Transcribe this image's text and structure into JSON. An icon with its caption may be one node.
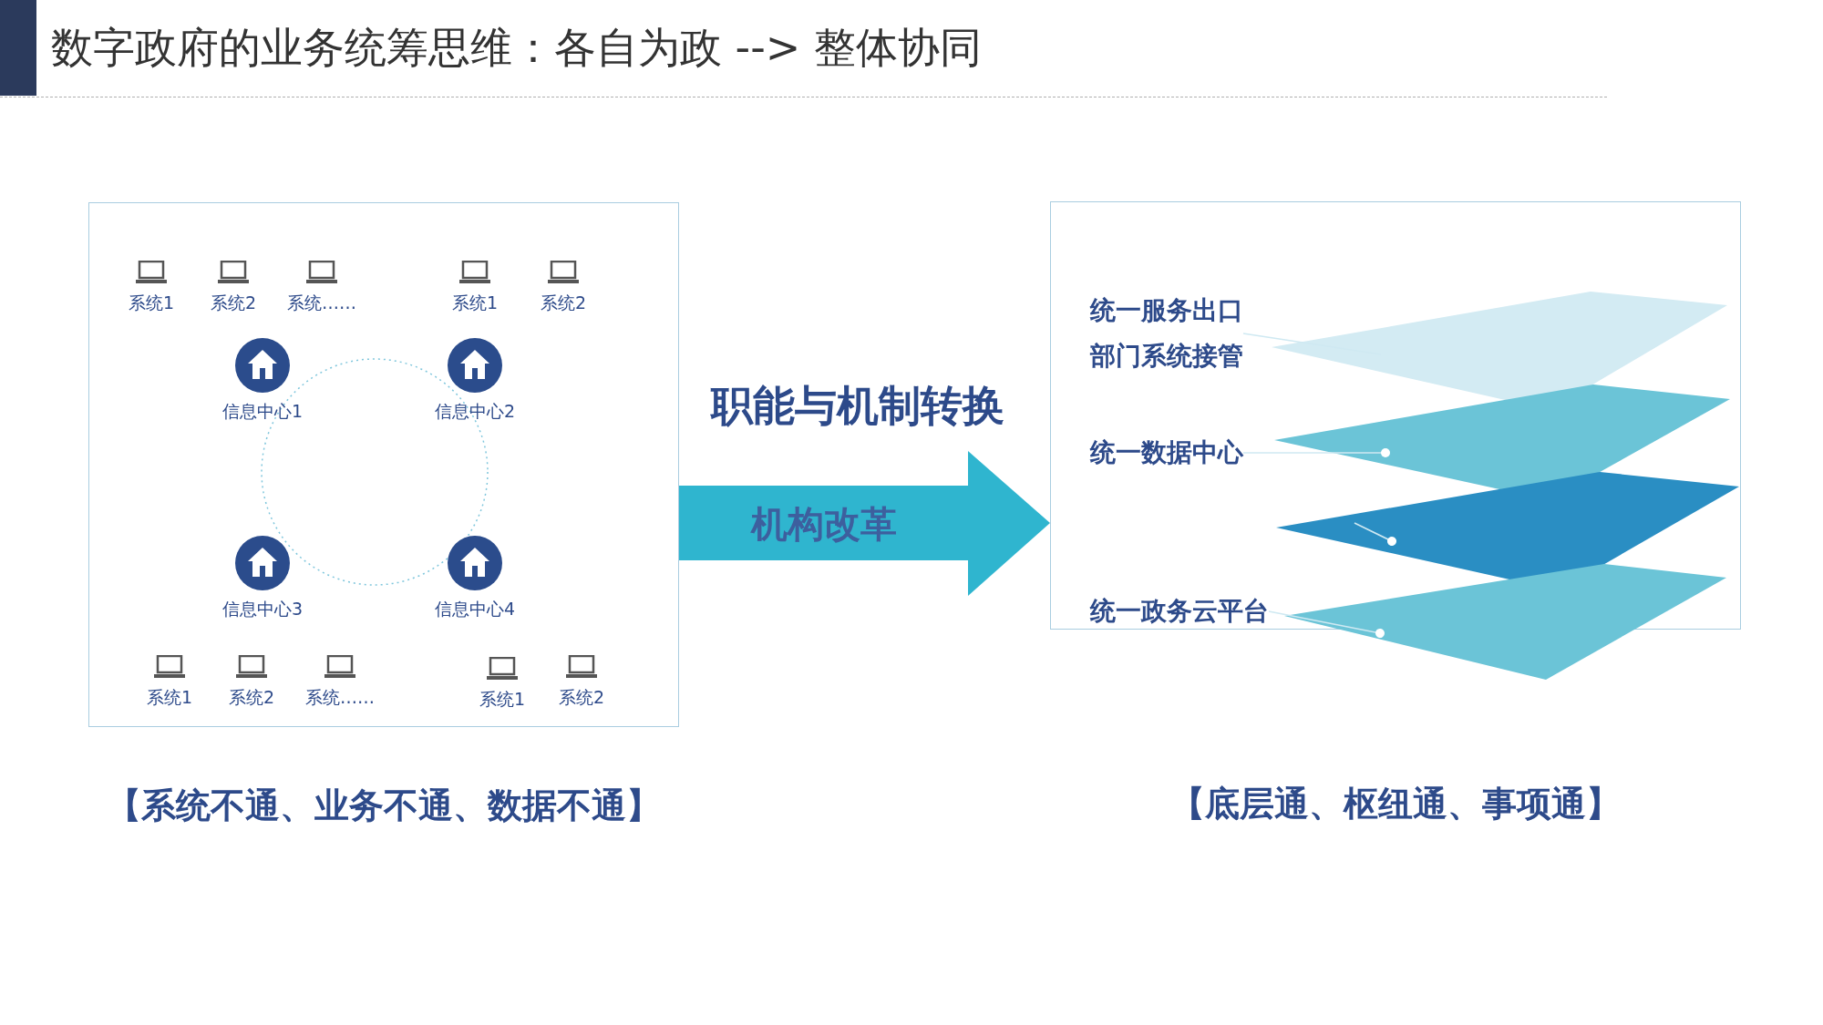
{
  "diagram": {
    "title": "数字政府的业务统筹思维：各自为政 --> 整体协同",
    "nodes": [
      {
        "text": [],
        "shape": "box"
      },
      {
        "text": [
          "系统1"
        ],
        "in": 0
      },
      {
        "text": [
          "系统2"
        ],
        "in": 0
      },
      {
        "text": [
          "系统……"
        ],
        "in": 0
      },
      {
        "text": [
          "系统1"
        ],
        "in": 0
      },
      {
        "text": [
          "系统2"
        ],
        "in": 0
      },
      {
        "text": [
          "信息中心1"
        ],
        "in": 0
      },
      {
        "text": [
          "信息中心2"
        ],
        "in": 0
      },
      {
        "text": [
          "信息中心3"
        ],
        "in": 0
      },
      {
        "text": [
          "信息中心4"
        ],
        "in": 0
      },
      {
        "text": [
          "系统1"
        ],
        "in": 0
      },
      {
        "text": [
          "系统2"
        ],
        "in": 0
      },
      {
        "text": [
          "系统……"
        ],
        "in": 0
      },
      {
        "text": [
          "系统1"
        ],
        "in": 0
      },
      {
        "text": [
          "系统2"
        ],
        "in": 0
      },
      {
        "text": [],
        "shape": "box"
      },
      {
        "text": [
          "统一服务出口",
          "部门系统接管"
        ],
        "in": 15
      },
      {
        "text": [
          "统一数据中心"
        ],
        "in": 15
      },
      {
        "text": [
          "统一政务云平台"
        ],
        "in": 15
      },
      {
        "text": [],
        "shape": "diamond",
        "in": 15
      },
      {
        "text": [],
        "shape": "diamond",
        "in": 15
      },
      {
        "text": [],
        "shape": "diamond",
        "in": 15
      },
      {
        "text": [],
        "shape": "diamond"
      },
      {
        "text": [],
        "shape": "circle",
        "in": 0
      }
    ],
    "edges": [
      {
        "from": 0,
        "to": 15,
        "arrow": "to",
        "label": "机构改革"
      },
      {
        "from": 16,
        "to": 19,
        "arrow": "none"
      },
      {
        "from": 17,
        "to": 20,
        "arrow": "other"
      },
      {
        "from": null,
        "to": 21,
        "arrow": "other"
      },
      {
        "from": 18,
        "to": 22,
        "arrow": "other"
      }
    ],
    "labels": [
      "职能与机制转换",
      "【系统不通、业务不通、数据不通】",
      "【底层通、枢纽通、事项通】"
    ]
  }
}
